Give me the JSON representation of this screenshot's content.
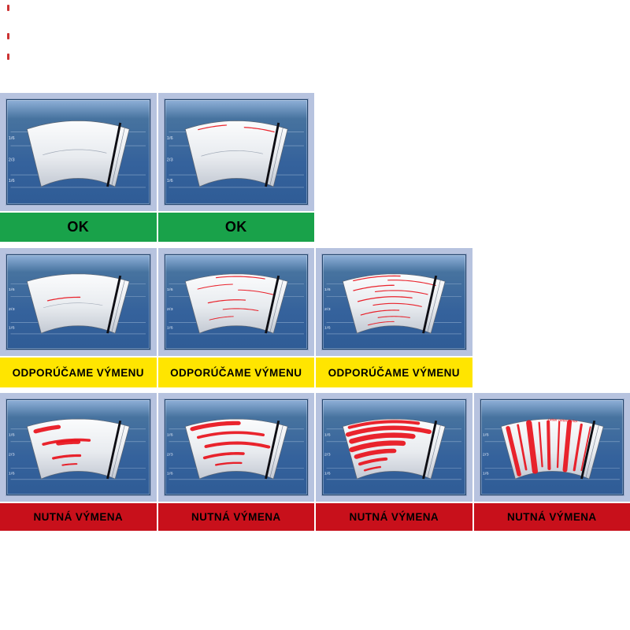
{
  "figure": {
    "background": "#ffffff"
  },
  "colors": {
    "cell_bg": "#b7c3df",
    "screen_top": "#8fb0d8",
    "screen_bottom": "#2f5c96",
    "grid_line": "#cfe0f2",
    "scale_text": "#e3ebf8",
    "sweep_light": "#fbfcfd",
    "sweep_dark": "#c3c9d3",
    "sweep_outline": "#5a6472",
    "blade": "#0e0e14",
    "streak": "#e8111b",
    "ok_bar": "#19a24a",
    "recommend_bar": "#ffe500",
    "replace_bar": "#c8101b",
    "bar_text": "#000000",
    "print_mark": "#cc3333"
  },
  "scale_labels": [
    "1/6",
    "2/3",
    "1/6"
  ],
  "margin_marks": 3,
  "rows": [
    {
      "status": "ok",
      "label": "OK",
      "bar_color": "#19a24a",
      "cells": [
        {
          "streaks": [
            {
              "t": 0.5,
              "s1": 0.1,
              "s2": 0.82,
              "w": 0.8,
              "color": "#9aa4b2"
            }
          ]
        },
        {
          "streaks": [
            {
              "t": 0.07,
              "s1": 0.12,
              "s2": 0.4,
              "w": 1.4
            },
            {
              "t": 0.11,
              "s1": 0.58,
              "s2": 0.88,
              "w": 1.4
            },
            {
              "t": 0.52,
              "s1": 0.1,
              "s2": 0.8,
              "w": 0.8,
              "color": "#9aa4b2"
            }
          ]
        }
      ]
    },
    {
      "status": "recommend",
      "label": "ODPORÚČAME VÝMENU",
      "bar_color": "#ffe500",
      "cells": [
        {
          "streaks": [
            {
              "t": 0.45,
              "s1": 0.16,
              "s2": 0.52,
              "w": 1.6
            },
            {
              "t": 0.56,
              "s1": 0.1,
              "s2": 0.78,
              "w": 0.7,
              "color": "#9aa4b2"
            }
          ]
        },
        {
          "streaks": [
            {
              "t": 0.05,
              "s1": 0.3,
              "s2": 0.78,
              "w": 1.5
            },
            {
              "t": 0.2,
              "s1": 0.1,
              "s2": 0.46,
              "w": 1.3
            },
            {
              "t": 0.31,
              "s1": 0.52,
              "s2": 0.9,
              "w": 1.3
            },
            {
              "t": 0.5,
              "s1": 0.18,
              "s2": 0.6,
              "w": 1.5
            },
            {
              "t": 0.67,
              "s1": 0.34,
              "s2": 0.76,
              "w": 1.3
            },
            {
              "t": 0.82,
              "s1": 0.16,
              "s2": 0.46,
              "w": 1.2
            }
          ]
        },
        {
          "streaks": [
            {
              "t": 0.04,
              "s1": 0.1,
              "s2": 0.56,
              "w": 1.6
            },
            {
              "t": 0.12,
              "s1": 0.44,
              "s2": 0.92,
              "w": 1.4
            },
            {
              "t": 0.22,
              "s1": 0.08,
              "s2": 0.5,
              "w": 1.6
            },
            {
              "t": 0.32,
              "s1": 0.3,
              "s2": 0.86,
              "w": 1.4
            },
            {
              "t": 0.44,
              "s1": 0.1,
              "s2": 0.7,
              "w": 1.6
            },
            {
              "t": 0.57,
              "s1": 0.26,
              "s2": 0.82,
              "w": 1.4
            },
            {
              "t": 0.7,
              "s1": 0.1,
              "s2": 0.56,
              "w": 1.5
            },
            {
              "t": 0.82,
              "s1": 0.3,
              "s2": 0.7,
              "w": 1.3
            },
            {
              "t": 0.92,
              "s1": 0.16,
              "s2": 0.5,
              "w": 1.2
            }
          ]
        }
      ]
    },
    {
      "status": "replace",
      "label": "NUTNÁ VÝMENA",
      "bar_color": "#c8101b",
      "cells": [
        {
          "streaks": [
            {
              "t": 0.13,
              "s1": 0.07,
              "s2": 0.3,
              "w": 6.5
            },
            {
              "t": 0.4,
              "s1": 0.12,
              "s2": 0.62,
              "w": 4.5
            },
            {
              "t": 0.44,
              "s1": 0.28,
              "s2": 0.5,
              "w": 6.5
            },
            {
              "t": 0.7,
              "s1": 0.2,
              "s2": 0.52,
              "w": 4
            },
            {
              "t": 0.86,
              "s1": 0.3,
              "s2": 0.48,
              "w": 2.5
            }
          ]
        },
        {
          "streaks": [
            {
              "t": 0.08,
              "s1": 0.06,
              "s2": 0.52,
              "w": 6.5
            },
            {
              "t": 0.26,
              "s1": 0.1,
              "s2": 0.78,
              "w": 4.5
            },
            {
              "t": 0.46,
              "s1": 0.16,
              "s2": 0.86,
              "w": 5
            },
            {
              "t": 0.66,
              "s1": 0.12,
              "s2": 0.58,
              "w": 4.5
            },
            {
              "t": 0.84,
              "s1": 0.24,
              "s2": 0.56,
              "w": 3
            }
          ]
        },
        {
          "streaks": [
            {
              "t": 0.05,
              "s1": 0.06,
              "s2": 0.74,
              "w": 5
            },
            {
              "t": 0.17,
              "s1": 0.03,
              "s2": 0.86,
              "w": 7
            },
            {
              "t": 0.31,
              "s1": 0.05,
              "s2": 0.7,
              "w": 8
            },
            {
              "t": 0.46,
              "s1": 0.03,
              "s2": 0.6,
              "w": 8
            },
            {
              "t": 0.61,
              "s1": 0.06,
              "s2": 0.5,
              "w": 7
            },
            {
              "t": 0.76,
              "s1": 0.08,
              "s2": 0.4,
              "w": 5
            },
            {
              "t": 0.9,
              "s1": 0.12,
              "s2": 0.32,
              "w": 3
            }
          ]
        },
        {
          "annotation": "ratter ratter ratter",
          "streaks": [
            {
              "type": "v",
              "s": 0.06,
              "t1": 0.06,
              "t2": 0.95,
              "w": 6
            },
            {
              "type": "v",
              "s": 0.16,
              "t1": 0.05,
              "t2": 0.9,
              "w": 3
            },
            {
              "type": "v",
              "s": 0.27,
              "t1": 0.04,
              "t2": 0.97,
              "w": 8
            },
            {
              "type": "v",
              "s": 0.37,
              "t1": 0.06,
              "t2": 0.9,
              "w": 2.5
            },
            {
              "type": "v",
              "s": 0.46,
              "t1": 0.05,
              "t2": 0.95,
              "w": 4.5
            },
            {
              "type": "v",
              "s": 0.57,
              "t1": 0.05,
              "t2": 0.92,
              "w": 2.5
            },
            {
              "type": "v",
              "s": 0.67,
              "t1": 0.04,
              "t2": 0.96,
              "w": 6.5
            },
            {
              "type": "v",
              "s": 0.79,
              "t1": 0.06,
              "t2": 0.93,
              "w": 3.5
            },
            {
              "type": "v",
              "s": 0.88,
              "t1": 0.07,
              "t2": 0.9,
              "w": 2
            }
          ]
        }
      ]
    }
  ]
}
